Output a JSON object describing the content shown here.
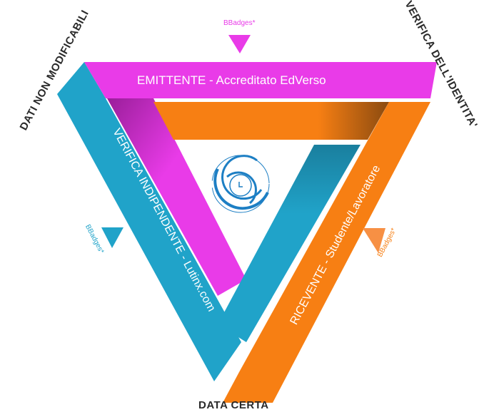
{
  "corners": {
    "top_left": "DATI NON MODIFICABILI",
    "top_right": "VERIFICA DELL'IDENTITA'",
    "bottom": "DATA CERTA"
  },
  "bands": {
    "top": "EMITTENTE - Accreditato EdVerso",
    "left": "VERIFICA INDIPENDENTE - Lutinx.com",
    "right": "RICEVENTE - Studente/Lavoratore"
  },
  "badges": {
    "top": "BBadges*",
    "left": "BBadges*",
    "right": "BBadges*"
  },
  "colors": {
    "magenta": "#e93be8",
    "blue": "#20a3c9",
    "orange": "#f77f13",
    "logo": "#1d7fc4"
  }
}
